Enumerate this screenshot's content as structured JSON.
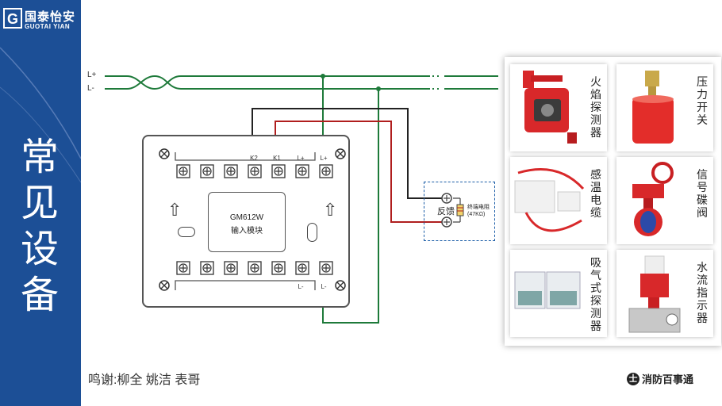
{
  "logo": {
    "mark": "G",
    "name_cn": "国泰怡安",
    "name_en": "GUOTAI YIAN"
  },
  "title_chars": [
    "常",
    "见",
    "设",
    "备"
  ],
  "bus": {
    "lplus": "L+",
    "lminus": "L-"
  },
  "module": {
    "model": "GM612W",
    "name": "输入模块",
    "top_terminals": [
      "K2",
      "K1",
      "L+",
      "L+"
    ],
    "bottom_terminals": [
      "L-",
      "L-"
    ]
  },
  "feedback": {
    "label": "反馈",
    "resistor_label": "终端电阻",
    "resistor_value": "(47KΩ)"
  },
  "devices": [
    {
      "name_chars": [
        "火",
        "焰",
        "探",
        "测",
        "器"
      ],
      "icon": "flame-detector-icon"
    },
    {
      "name_chars": [
        "压",
        "力",
        "开",
        "关"
      ],
      "icon": "pressure-switch-icon"
    },
    {
      "name_chars": [
        "感",
        "温",
        "电",
        "缆"
      ],
      "icon": "heat-cable-icon"
    },
    {
      "name_chars": [
        "信",
        "号",
        "碟",
        "阀"
      ],
      "icon": "butterfly-valve-icon"
    },
    {
      "name_chars": [
        "吸",
        "气",
        "式",
        "探",
        "测",
        "器"
      ],
      "icon": "aspirating-detector-icon"
    },
    {
      "name_chars": [
        "水",
        "流",
        "指",
        "示",
        "器"
      ],
      "icon": "water-flow-indicator-icon"
    }
  ],
  "footer": {
    "thanks": "鸣谢:柳全  姚洁  表哥",
    "brand": "消防百事通"
  },
  "colors": {
    "sidebar": "#1c4f96",
    "wire_green": "#1e7a3a",
    "wire_red": "#b01e1e",
    "wire_black": "#222222",
    "dash_blue": "#1c5ea8"
  }
}
